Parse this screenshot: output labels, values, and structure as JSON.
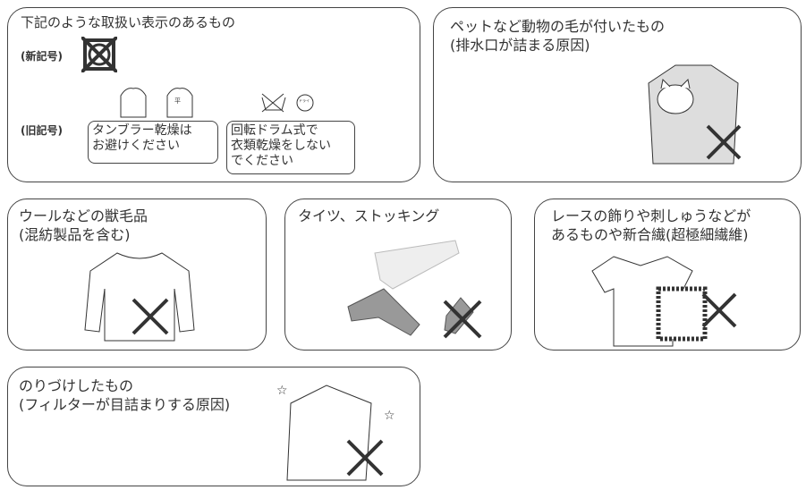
{
  "box1": {
    "title": "下記のような取扱い表示のあるもの",
    "new_label": "(新記号)",
    "old_label": "(旧記号)",
    "note1": [
      "タンブラー乾燥は",
      "お避けください"
    ],
    "note2": [
      "回転ドラム式で",
      "衣類乾燥をしない",
      "でください"
    ],
    "symbol_flat": "平",
    "symbol_dry": "ドライ"
  },
  "box2": {
    "lines": [
      "ペットなど動物の毛が付いたもの",
      "(排水口が詰まる原因)"
    ]
  },
  "box3": {
    "lines": [
      "ウールなどの獣毛品",
      "(混紡製品を含む)"
    ]
  },
  "box4": {
    "lines": [
      "タイツ、ストッキング"
    ]
  },
  "box5": {
    "lines": [
      "レースの飾りや刺しゅうなどが",
      "あるものや新合繊(超極細繊維)"
    ]
  },
  "box6": {
    "lines": [
      "のりづけしたもの",
      "(フィルターが目詰まりする原因)"
    ]
  }
}
